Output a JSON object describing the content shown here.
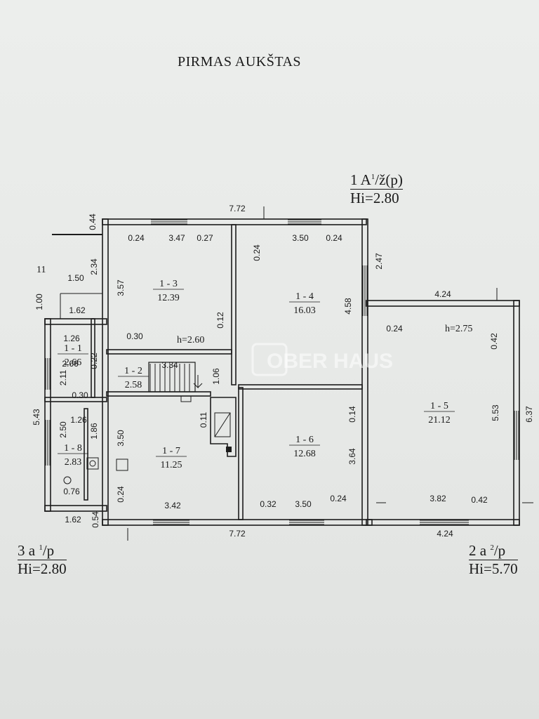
{
  "title": "PIRMAS AUKŠTAS",
  "tags": [
    {
      "prefix": "1 A",
      "sup": "1",
      "suffix": "/ž(p)",
      "height": "Hi=2.80"
    },
    {
      "prefix": "3 a ",
      "sup": "1",
      "suffix": "/p",
      "height": "Hi=2.80"
    },
    {
      "prefix": "2 a ",
      "sup": "2",
      "suffix": "/p",
      "height": "Hi=5.70"
    }
  ],
  "rooms": [
    {
      "id": "1 - 3",
      "area": "12.39"
    },
    {
      "id": "1 - 4",
      "area": "16.03"
    },
    {
      "id": "1 - 5",
      "area": "21.12"
    },
    {
      "id": "1 - 1",
      "area": "2.66"
    },
    {
      "id": "1 - 2",
      "area": "2.58"
    },
    {
      "id": "1 - 7",
      "area": "11.25"
    },
    {
      "id": "1 - 6",
      "area": "12.68"
    },
    {
      "id": "1 - 8",
      "area": "2.83"
    }
  ],
  "heights": [
    "h=2.60",
    "h=2.75"
  ],
  "misc_labels": [
    "11"
  ],
  "dimensions": [
    "7.72",
    "0.44",
    "0.24",
    "3.47",
    "0.27",
    "3.50",
    "0.24",
    "0.24",
    "2.47",
    "2.34",
    "1.50",
    "3.57",
    "1.00",
    "1.62",
    "4.58",
    "4.24",
    "1.26",
    "0.30",
    "0.12",
    "0.24",
    "0.42",
    "2.66",
    "0.22",
    "2.11",
    "3.34",
    "1.06",
    "0.30",
    "5.43",
    "0.14",
    "5.53",
    "6.37",
    "0.11",
    "1.26",
    "2.50",
    "3.50",
    "1.86",
    "3.64",
    "0.76",
    "0.24",
    "3.42",
    "0.32",
    "3.50",
    "0.24",
    "3.82",
    "0.42",
    "1.62",
    "0.54",
    "7.72",
    "4.24"
  ],
  "watermark": "OBER HAUS"
}
